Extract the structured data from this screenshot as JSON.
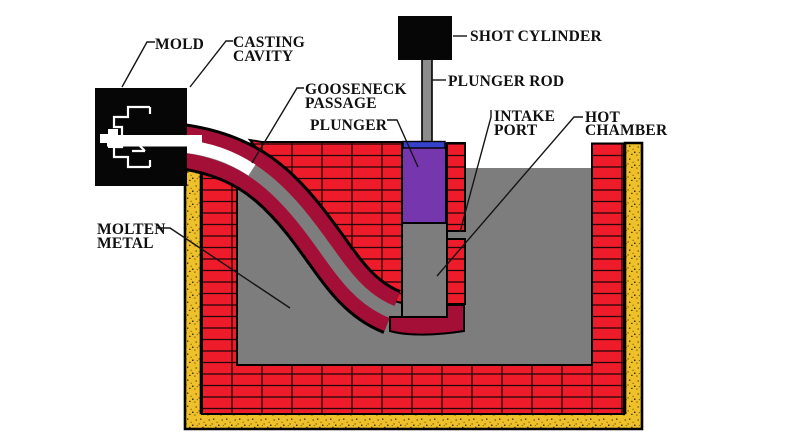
{
  "labels": {
    "mold": "MOLD",
    "casting_cavity": [
      "CASTING",
      "CAVITY"
    ],
    "gooseneck_passage": [
      "GOOSENECK",
      "PASSAGE"
    ],
    "plunger": "PLUNGER",
    "shot_cylinder": "SHOT CYLINDER",
    "plunger_rod": "PLUNGER ROD",
    "intake_port": [
      "INTAKE",
      "PORT"
    ],
    "hot_chamber": [
      "HOT",
      "CHAMBER"
    ],
    "molten_metal": [
      "MOLTEN",
      "METAL"
    ]
  },
  "colors": {
    "brick_red": "#ee1b2a",
    "mortar_line": "#230709",
    "insulation_yellow": "#eec029",
    "speckle_brown": "#4a3808",
    "molten_gray": "#7d7d7d",
    "gooseneck_maroon": "#a30f36",
    "plunger_purple": "#7636ae",
    "cap_blue": "#3642cc",
    "machine_black": "#060606",
    "channel_white": "#ffffff",
    "rod_gray": "#8c8c8c",
    "outline_black": "#000000"
  }
}
